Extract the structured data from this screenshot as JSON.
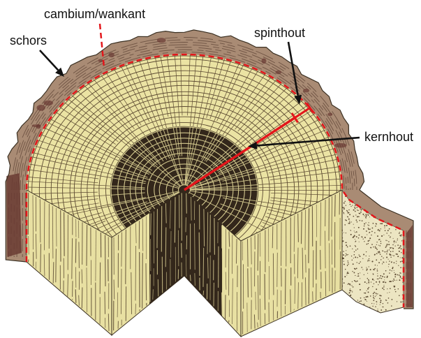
{
  "labels": {
    "cambium": "cambium/wankant",
    "schors": "schors",
    "spinthout": "spinthout",
    "kernhout": "kernhout"
  },
  "colors": {
    "marker_red": "#e3161b",
    "arrow": "#111111",
    "bark": "#a98b74",
    "bark_texture": "#6e5343",
    "bark_dark": "#6a3b33",
    "sapwood": "#ebe3a3",
    "face": "#e8e0a2",
    "heartwood": "#33271b",
    "ring_line": "#5b4931",
    "heartwood_line": "#d3c88e",
    "stipple_face": "#ece5c2",
    "edge": "#3b3022",
    "background": "#ffffff"
  }
}
